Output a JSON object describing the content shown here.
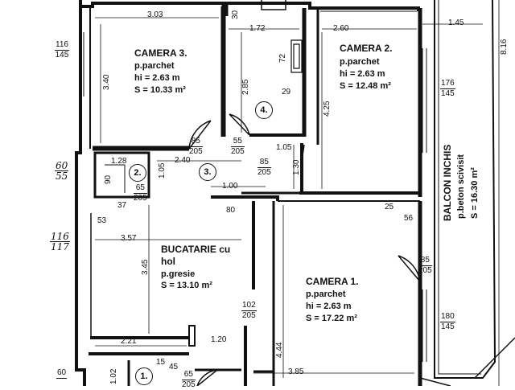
{
  "rooms": {
    "camera3": {
      "name": "CAMERA 3.",
      "floor": "p.parchet",
      "height": "hi = 2.63 m",
      "area": "S = 10.33 m²"
    },
    "camera2": {
      "name": "CAMERA 2.",
      "floor": "p.parchet",
      "height": "hi = 2.63 m",
      "area": "S = 12.48 m²"
    },
    "camera1": {
      "name": "CAMERA 1.",
      "floor": "p.parchet",
      "height": "hi = 2.63 m",
      "area": "S = 17.22 m²"
    },
    "bucatarie": {
      "name_line1": "BUCATARIE cu",
      "name_line2": "hol",
      "floor": "p.gresie",
      "area": "S = 13.10 m²"
    },
    "balcon": {
      "name": "BALCON INCHIS",
      "floor": "p.beton scivisit",
      "area": "S = 16.30 m²"
    }
  },
  "room_numbers": [
    "1.",
    "2.",
    "3.",
    "4."
  ],
  "dimensions": {
    "d303": "3.03",
    "d172": "1.72",
    "d260": "2.60",
    "d145top": "1.45",
    "d816": "8.16",
    "d340": "3.40",
    "d285": "2.85",
    "d425": "4.25",
    "d72": "72",
    "d30": "30",
    "d29": "29",
    "d105a": "1.05",
    "d128": "1.28",
    "d240": "2.40",
    "d105b": "1.05",
    "d130": "1.30",
    "d100": "1.00",
    "d90": "90",
    "d80": "80",
    "d25": "25",
    "d56": "56",
    "d53": "53",
    "d37": "37",
    "d357": "3.57",
    "d345": "3.45",
    "d444": "4.44",
    "d221": "2.21",
    "d120": "1.20",
    "d385": "3.85",
    "d102": "1.02",
    "d15": "15",
    "d45": "45"
  },
  "openings": {
    "w116_145": [
      "116",
      "145"
    ],
    "d85_205a": [
      "85",
      "205"
    ],
    "d55_205": [
      "55",
      "205"
    ],
    "d85_205b": [
      "85",
      "205"
    ],
    "w176_145": [
      "176",
      "145"
    ],
    "d60_55": [
      "60",
      "55"
    ],
    "d65_205a": [
      "65",
      "205"
    ],
    "w116_117": [
      "116",
      "117"
    ],
    "d85_205c": [
      "85",
      "205"
    ],
    "d102_205": [
      "102",
      "205"
    ],
    "w180_145": [
      "180",
      "145"
    ],
    "d60_bottom": "60",
    "d65_205b": [
      "65",
      "205"
    ]
  }
}
